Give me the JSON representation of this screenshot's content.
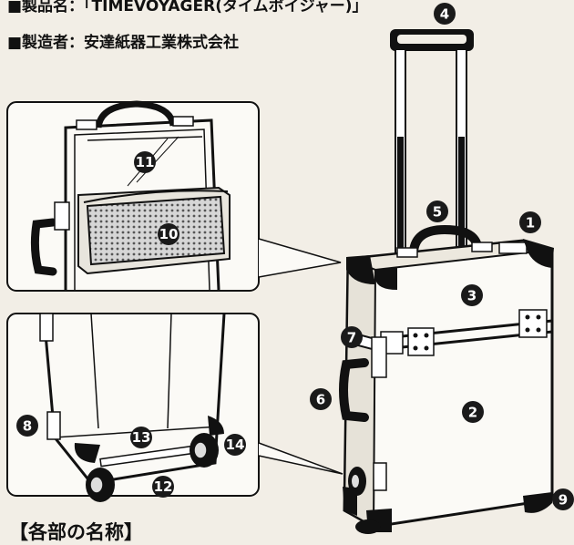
{
  "header": {
    "product_name": "■製品名：「TIMEVOYAGER(タイムボイジャー)」",
    "manufacturer": "■製造者：安達紙器工業株式会社"
  },
  "footer": {
    "title": "【各部の名称】"
  },
  "callouts": [
    "1",
    "2",
    "3",
    "4",
    "5",
    "6",
    "7",
    "8",
    "9",
    "10",
    "11",
    "12",
    "13",
    "14"
  ],
  "colors": {
    "background": "#f2eee6",
    "outline": "#111111",
    "case_fill": "#fbfaf6",
    "badge": "#1a1a1a"
  },
  "icons": {
    "suitcase": "trolley-suitcase-illustration",
    "inset_top": "interior-pocket-detail",
    "inset_bottom": "underside-wheels-detail"
  }
}
